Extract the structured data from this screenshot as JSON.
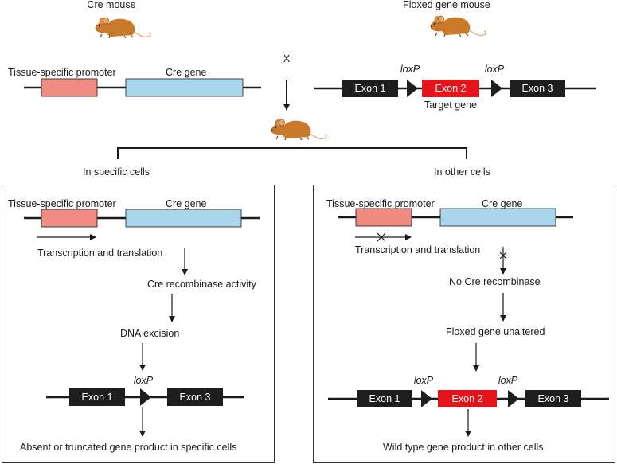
{
  "colors": {
    "promoter": "#f08b82",
    "cre_gene": "#a9d6ec",
    "exon": "#1e1e1e",
    "target_exon": "#e3141b",
    "mouse_body": "#c8792a",
    "line": "#1a1a1a"
  },
  "top": {
    "cre_mouse_label": "Cre mouse",
    "floxed_mouse_label": "Floxed gene mouse",
    "cross_symbol": "X",
    "promoter_label": "Tissue-specific promoter",
    "cre_gene_label": "Cre gene",
    "loxp_left": "loxP",
    "loxp_right": "loxP",
    "exon1": "Exon 1",
    "exon2": "Exon 2",
    "exon3": "Exon 3",
    "target_gene_label": "Target gene"
  },
  "branches": {
    "left_heading": "In specific cells",
    "right_heading": "In other cells"
  },
  "left_panel": {
    "promoter_label": "Tissue-specific promoter",
    "cre_gene_label": "Cre gene",
    "step1": "Transcription and translation",
    "step2": "Cre recombinase activity",
    "step3": "DNA excision",
    "loxp": "loxP",
    "exon1": "Exon 1",
    "exon3": "Exon 3",
    "result": "Absent or truncated gene product in specific cells"
  },
  "right_panel": {
    "promoter_label": "Tissue-specific promoter",
    "cre_gene_label": "Cre gene",
    "step1": "Transcription and translation",
    "step2": "No Cre recombinase",
    "step3": "Floxed gene unaltered",
    "loxp_left": "loxP",
    "loxp_right": "loxP",
    "exon1": "Exon 1",
    "exon2": "Exon 2",
    "exon3": "Exon 3",
    "result": "Wild type gene product in other cells"
  }
}
